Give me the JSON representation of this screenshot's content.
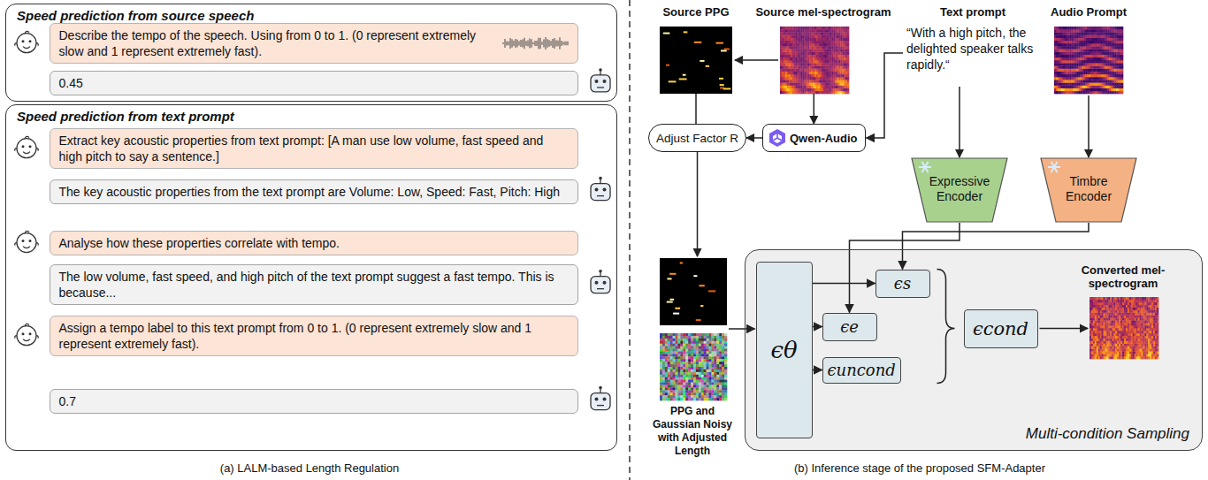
{
  "diagram": {
    "nodes": [
      {
        "text": [
          "Speed prediction from source speech"
        ]
      },
      {
        "text": [
          "Describe the tempo of the speech. Using from 0 to 1. (0 represent extremely slow and 1 represent extremely fast)."
        ],
        "in": 0
      },
      {
        "text": [
          "0.45"
        ],
        "in": 0
      },
      {
        "text": [
          "Speed prediction from text prompt"
        ]
      },
      {
        "text": [
          "Extract key acoustic properties from text prompt: [A man use low volume, fast speed and high pitch to say a sentence.]"
        ],
        "in": 3
      },
      {
        "text": [
          "The key acoustic properties from the text prompt are  Volume: Low, Speed: Fast, Pitch: High"
        ],
        "in": 3
      },
      {
        "text": [
          "Analyse how these properties correlate with tempo."
        ],
        "in": 3
      },
      {
        "text": [
          "The low volume, fast speed, and high pitch of the text prompt suggest a fast tempo. This is because..."
        ],
        "in": 3
      },
      {
        "text": [
          "Assign a tempo label to this text prompt from 0 to 1. (0 represent extremely slow and 1 represent extremely fast)."
        ],
        "in": 3
      },
      {
        "text": [
          "0.7"
        ],
        "in": 3
      },
      {
        "text": [
          "Adjust Factor R"
        ]
      },
      {
        "text": [
          "Qwen-Audio"
        ]
      },
      {
        "text": [
          "Expressive Encoder"
        ]
      },
      {
        "text": [
          "Timbre Encoder"
        ]
      },
      {
        "text": [
          "Multi-condition Sampling"
        ]
      },
      {
        "text": [
          "ϵθ"
        ],
        "in": 14
      },
      {
        "text": [
          "ϵs"
        ],
        "in": 14
      },
      {
        "text": [
          "ϵe"
        ],
        "in": 14
      },
      {
        "text": [
          "ϵuncond"
        ],
        "in": 14
      },
      {
        "text": [
          "ϵcond"
        ],
        "in": 14
      }
    ],
    "edges": [
      {
        "from": 11,
        "to": 10,
        "arrow": "to"
      },
      {
        "from": 12,
        "to": 17,
        "arrow": "to"
      },
      {
        "from": 13,
        "to": 16,
        "arrow": "to"
      },
      {
        "from": 15,
        "to": 16,
        "arrow": "to"
      },
      {
        "from": 15,
        "to": 17,
        "arrow": "to"
      },
      {
        "from": 15,
        "to": 18,
        "arrow": "to"
      }
    ],
    "labels": [
      "Source PPG",
      "Source mel-spectrogram",
      "Text prompt",
      "“With a high pitch, the delighted speaker talks rapidly.“",
      "Audio Prompt",
      "PPG and Gaussian Noisy with Adjusted Length",
      "Converted mel-spectrogram",
      "(a) LALM-based Length Regulation",
      "(b) Inference stage of the proposed SFM-Adapter"
    ]
  }
}
